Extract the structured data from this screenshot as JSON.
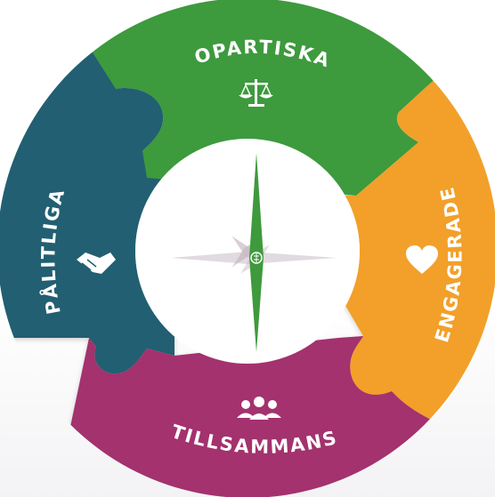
{
  "diagram": {
    "segments": [
      {
        "id": "top",
        "label": "OPARTISKA",
        "color": "#3e9a3c",
        "icon": "scales-icon"
      },
      {
        "id": "right",
        "label": "ENGAGERADE",
        "color": "#f2a02c",
        "icon": "heart-icon"
      },
      {
        "id": "bottom",
        "label": "TILLSAMMANS",
        "color": "#a3336e",
        "icon": "people-icon"
      },
      {
        "id": "left",
        "label": "PÅLITLIGA",
        "color": "#215e72",
        "icon": "handshake-icon"
      }
    ],
    "center": {
      "icon": "compass-icon",
      "needle_color": "#3e9a3c",
      "rose_color": "#c9bcc6"
    }
  }
}
